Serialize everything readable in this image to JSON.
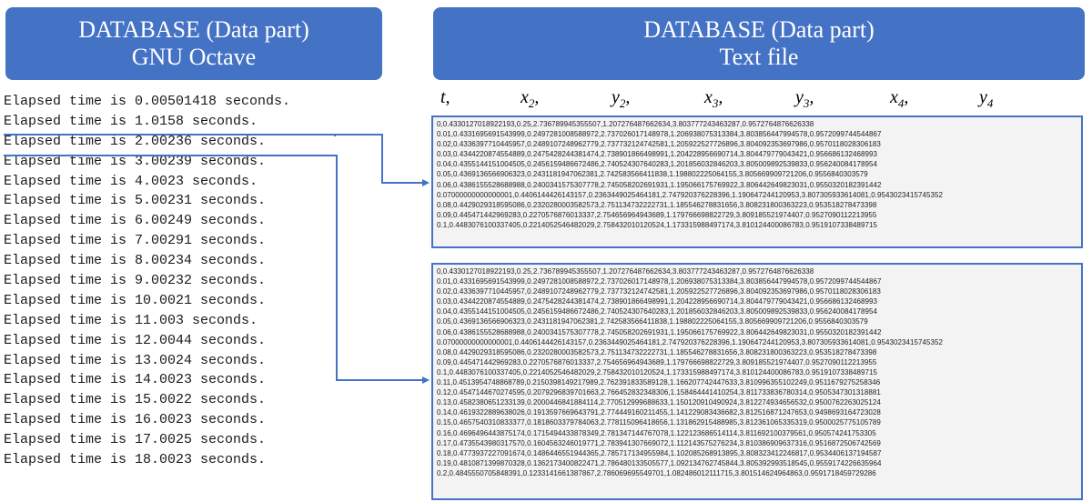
{
  "left_panel": {
    "title_line1": "DATABASE (Data part)",
    "title_line2": "GNU Octave",
    "elapsed_lines": [
      "Elapsed time is 0.00501418 seconds.",
      "Elapsed time is 1.0158 seconds.",
      "Elapsed time is 2.00236 seconds.",
      "Elapsed time is 3.00239 seconds.",
      "Elapsed time is 4.0023 seconds.",
      "Elapsed time is 5.00231 seconds.",
      "Elapsed time is 6.00249 seconds.",
      "Elapsed time is 7.00291 seconds.",
      "Elapsed time is 8.00234 seconds.",
      "Elapsed time is 9.00232 seconds.",
      "Elapsed time is 10.0021 seconds.",
      "Elapsed time is 11.003 seconds.",
      "Elapsed time is 12.0044 seconds.",
      "Elapsed time is 13.0024 seconds.",
      "Elapsed time is 14.0023 seconds.",
      "Elapsed time is 15.0022 seconds.",
      "Elapsed time is 16.0023 seconds.",
      "Elapsed time is 17.0025 seconds.",
      "Elapsed time is 18.0023 seconds."
    ]
  },
  "right_panel": {
    "title_line1": "DATABASE (Data part)",
    "title_line2": "Text file",
    "header": {
      "t": "t,",
      "x2": "x",
      "x2_sub": "2",
      "x2_comma": ",",
      "y2": "y",
      "y2_sub": "2",
      "y2_comma": ",",
      "x3": "x",
      "x3_sub": "3",
      "x3_comma": ",",
      "y3": "y",
      "y3_sub": "3",
      "y3_comma": ",",
      "x4": "x",
      "x4_sub": "4",
      "x4_comma": ",",
      "y4": "y",
      "y4_sub": "4"
    },
    "top_box_lines": [
      "0,0.4330127018922193,0.25,2.736789945355507,1.207276487662634,3.803777243463287,0.9572764876626338",
      "0.01,0.4331695691543999,0.2497281008588972,2.737026017148978,1.206938075313384,3.803856447994578,0.9572099744544867",
      "0.02,0.4336397710445957,0.2489107248962779,2.737732124742581,1.205922527726896,3.804092353697986,0.9570118028306183",
      "0.03,0.4344220874554889,0.2475428244381474,2.738901866498991,1.204228956690714,3.804479779043421,0.956686132468993",
      "0.04,0.4355144151004505,0.2456159486672486,2.740524307640283,1.201856032846203,3.805009892539833,0.956240084178954",
      "0.05,0.4369136566906323,0.2431181947062381,2.742583566411838,1.198802225064155,3.805669909721206,0.9556840303579",
      "0.06,0.4386155528688988,0.2400341575307778,2.745058202691931,1.195066175769922,3.806442649823031,0.9550320182391442",
      "0.07000000000000001,0.4406144426143157,0.2363449025464181,2.747920376228396,1.190647244120953,3.807305933614081,0.9543023415745352",
      "0.08,0.4429029318595086,0.2320280003582573,2.751134732222731,1.185546278831656,3.808231800363223,0.953518278473398",
      "0.09,0.445471442969283,0.2270576876013337,2.754656964943689,1.179766698822729,3.809185521974407,0.9527090112213955",
      "0.1,0.4483076100337405,0.2214052546482029,2.758432010120524,1.173315988497174,3.810124400086783,0.9519107338489715"
    ],
    "bottom_box_lines": [
      "0,0.4330127018922193,0.25,2.736789945355507,1.207276487662634,3.803777243463287,0.9572764876626338",
      "0.01,0.4331695691543999,0.2497281008588972,2.737026017148978,1.206938075313384,3.803856447994578,0.9572099744544867",
      "0.02,0.4336397710445957,0.2489107248962779,2.737732124742581,1.205922527726896,3.804092353697986,0.9570118028306183",
      "0.03,0.4344220874554889,0.2475428244381474,2.738901866498991,1.204228956690714,3.804479779043421,0.956686132468993",
      "0.04,0.4355144151004505,0.2456159486672486,2.740524307640283,1.201856032846203,3.805009892539833,0.956240084178954",
      "0.05,0.4369136566906323,0.2431181947062381,2.742583566411838,1.198802225064155,3.805669909721206,0.9556840303579",
      "0.06,0.4386155528688988,0.2400341575307778,2.745058202691931,1.195066175769922,3.806442649823031,0.9550320182391442",
      "0.07000000000000001,0.4406144426143157,0.2363449025464181,2.747920376228396,1.190647244120953,3.807305933614081,0.9543023415745352",
      "0.08,0.4429029318595086,0.2320280003582573,2.751134732222731,1.185546278831656,3.808231800363223,0.953518278473398",
      "0.09,0.445471442969283,0.2270576876013337,2.754656964943689,1.179766698822729,3.809185521974407,0.9527090112213955",
      "0.1,0.4483076100337405,0.2214052546482029,2.758432010120524,1.173315988497174,3.810124400086783,0.9519107338489715",
      "0.11,0.4513954748868789,0.2150398149217989,2.762391833589128,1.166207742447633,3.810996355102249,0.9511679275258346",
      "0.12,0.4547144670274595,0.2079296839701663,2.766452832348306,1.158464441410254,3.811733836780314,0.9505347301318881",
      "0.13,0.4582380651233139,0.2000446841884114,2.770512999688633,1.150120910490924,3.812274934656532,0.9500762263025124",
      "0.14,0.4619322889638026,0.1913597669643791,2.774449160211455,1.141229083436682,3.812516871247653,0.9498693164723028",
      "0.15,0.4657540310833377,0.1818603379784063,2.778115096418656,1.131862915488985,3.812361065335319,0.9500025775105789",
      "0.16,0.4696496443875174,0.1715494433878349,2.781347144767078,1.122123686514114,3.811692100379561,0.950574241753305",
      "0.17,0.4735543980317570,0.1604563246019771,2.783941307669072,1.112143575276234,3.810386909637316,0.9516872506742569",
      "0.18,0.4773937227091674,0.1486446551944365,2.785717134955984,1.102085268913895,3.808323412246817,0.9534406137194587",
      "0.19,0.4810871399870328,0.1362173400822471,2.786480133505577,1.092134762745844,3.805392993518545,0.9559174226635964",
      "0.2,0.4845550705848391,0.1233141661387867,2.786069695549701,1.082486012111715,3.801514624964863,0.9591718459729286"
    ]
  }
}
